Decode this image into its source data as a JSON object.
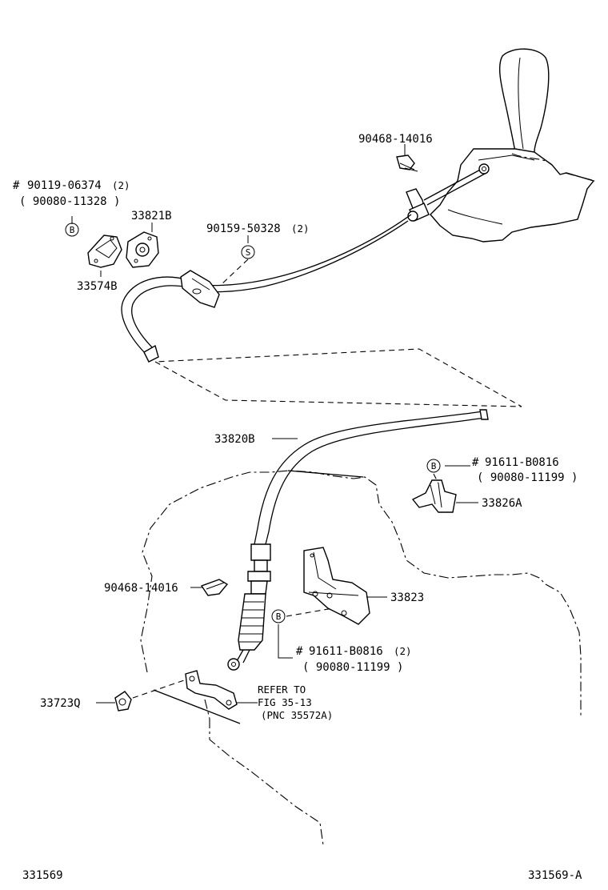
{
  "labels": {
    "bolt_a": {
      "prefix": "#",
      "part": "90119-06374",
      "qty": "(2)",
      "alt": "( 90080-11328 )"
    },
    "bolt_a_code": "B",
    "plate_33821b": "33821B",
    "retainer_33574b": "33574B",
    "screw_90159": {
      "part": "90159-50328",
      "qty": "(2)"
    },
    "screw_90159_code": "S",
    "clip_top": "90468-14016",
    "cable_33820b": "33820B",
    "bolt_b": {
      "prefix": "#",
      "part": "91611-B0816",
      "alt": "( 90080-11199 )"
    },
    "bolt_b_code": "B",
    "clamp_33826a": "33826A",
    "clip_mid": "90468-14016",
    "bracket_33823": "33823",
    "bolt_c": {
      "prefix": "#",
      "part": "91611-B0816",
      "qty": "(2)",
      "alt": "( 90080-11199 )"
    },
    "bolt_c_code": "B",
    "bushing_33723q": "33723Q",
    "refer_note": {
      "line1": "REFER TO",
      "line2": "FIG 35-13",
      "line3": "(PNC 35572A)"
    },
    "figure_left": "331569",
    "figure_right": "331569-A"
  }
}
